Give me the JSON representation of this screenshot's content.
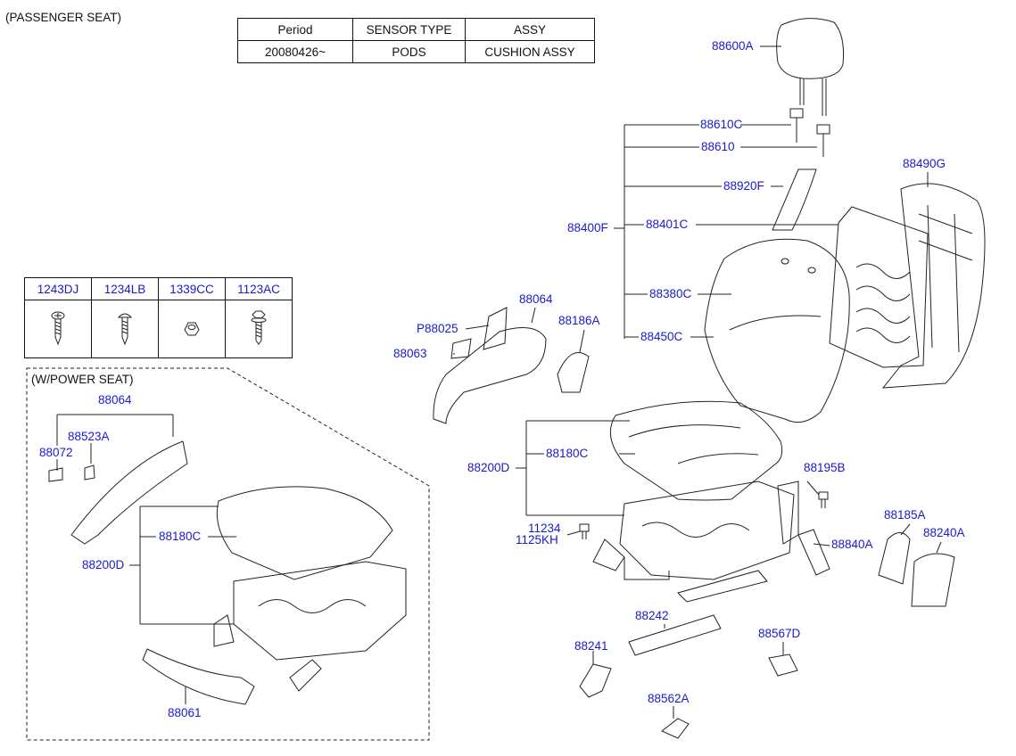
{
  "header": {
    "title": "(PASSENGER SEAT)"
  },
  "spec_table": {
    "headers": [
      "Period",
      "SENSOR TYPE",
      "ASSY"
    ],
    "row": [
      "20080426~",
      "PODS",
      "CUSHION ASSY"
    ]
  },
  "fastener_table": {
    "codes": [
      "1243DJ",
      "1234LB",
      "1339CC",
      "1123AC"
    ],
    "icons": [
      "screw-icon",
      "tapping-screw-icon",
      "nut-icon",
      "bolt-icon"
    ]
  },
  "power_seat": {
    "title": "(W/POWER SEAT)",
    "labels": {
      "p88064": "88064",
      "p88523a": "88523A",
      "p88072": "88072",
      "p88180c": "88180C",
      "p88200d": "88200D",
      "p88061": "88061"
    }
  },
  "labels": {
    "l88600a": "88600A",
    "l88610c": "88610C",
    "l88610": "88610",
    "l88920f": "88920F",
    "l88490g": "88490G",
    "l88400f": "88400F",
    "l88401c": "88401C",
    "l88380c": "88380C",
    "l88450c": "88450C",
    "l88064": "88064",
    "lp88025": "P88025",
    "l88186a": "88186A",
    "l88063": "88063",
    "l88200d": "88200D",
    "l88180c": "88180C",
    "l88195b": "88195B",
    "l11234": "11234",
    "l1125kh": "1125KH",
    "l88185a": "88185A",
    "l88240a": "88240A",
    "l88840a": "88840A",
    "l88242": "88242",
    "l88241": "88241",
    "l88567d": "88567D",
    "l88562a": "88562A"
  }
}
